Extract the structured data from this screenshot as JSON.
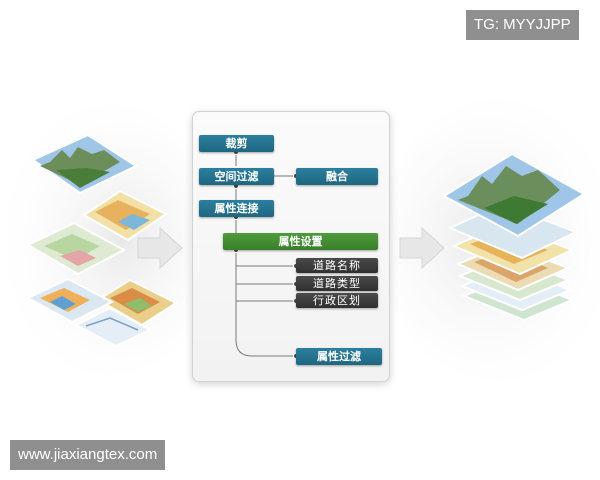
{
  "watermarks": {
    "top_right": "TG: MYYJJPP",
    "bottom_left": "www.jiaxiangtex.com"
  },
  "flow": {
    "crop": "裁剪",
    "spatial_filter": "空间过滤",
    "merge": "融合",
    "attribute_join": "属性连接",
    "attribute_settings": "属性设置",
    "road_name": "道路名称",
    "road_type": "道路类型",
    "admin_division": "行政区划",
    "attribute_filter": "属性过滤"
  },
  "colors": {
    "teal": "#1f6c89",
    "green": "#3f862e",
    "dark": "#383838"
  }
}
